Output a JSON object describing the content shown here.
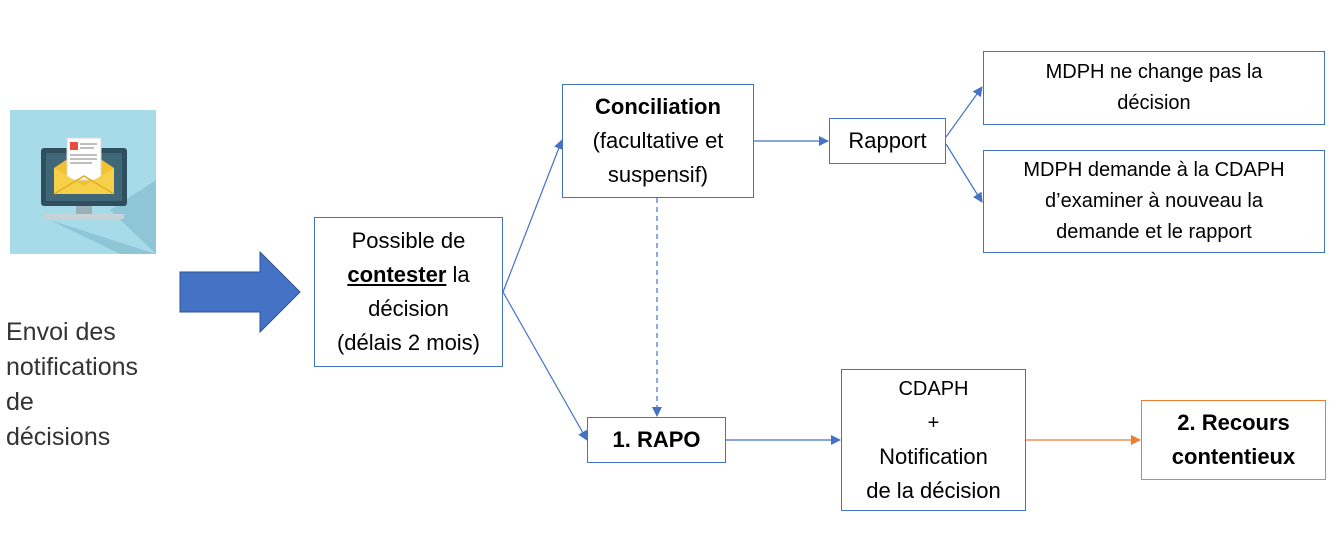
{
  "left": {
    "icon": "email-notification-icon",
    "label_lines": [
      "Envoi des",
      "notifications",
      "de",
      "décisions"
    ]
  },
  "boxes": {
    "possible": {
      "line1": "Possible de",
      "contest_word": "contester",
      "contest_rest": " la",
      "line3": "décision",
      "line4": "(délais 2 mois)"
    },
    "conciliation": {
      "title": "Conciliation",
      "line2": "(facultative et",
      "line3": "suspensif)"
    },
    "rapport": {
      "label": "Rapport"
    },
    "mdph_no_change": {
      "line1": "MDPH ne change pas la",
      "line2": "décision"
    },
    "mdph_request": {
      "line1": "MDPH demande à la CDAPH",
      "line2": "d’examiner à nouveau la",
      "line3": "demande et le rapport"
    },
    "rapo": {
      "label": "1. RAPO"
    },
    "cdaph": {
      "line1": "CDAPH",
      "line2": "+",
      "line3": "Notification",
      "line4": "de la décision"
    },
    "recours": {
      "line1": "2. Recours",
      "line2": "contentieux"
    }
  },
  "colors": {
    "box_border": "#4472C4",
    "arrow_blue": "#4472C4",
    "arrow_orange": "#ED7D31",
    "big_arrow": "#4472C4"
  }
}
